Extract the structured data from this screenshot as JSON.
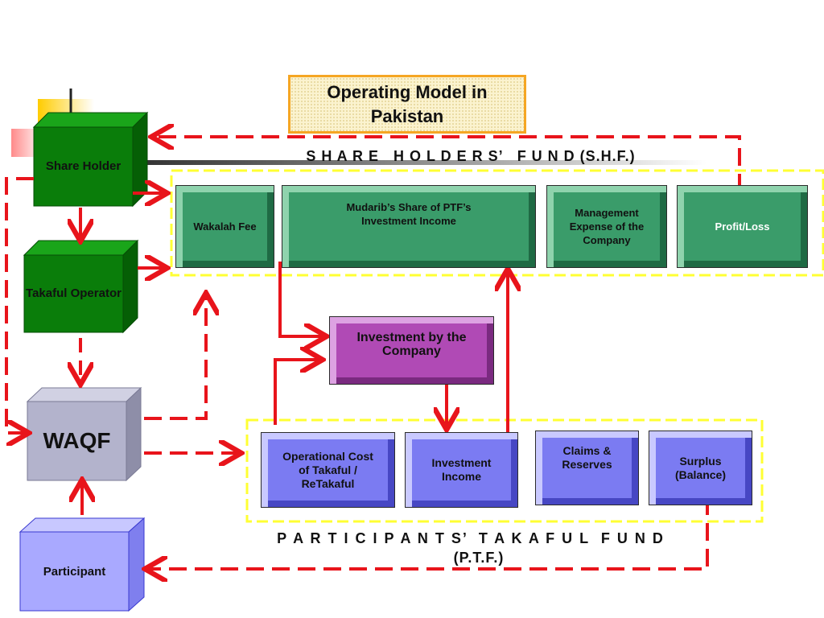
{
  "title": "Operating Model in Pakistan",
  "shf_title": "S H A R E   H O L D E R S’   F U N D (S.H.F.)",
  "ptf_title_line1": "P A R T I C I P A N T S’  T A K A F U L  F U N D",
  "ptf_title_line2": "(P.T.F.)",
  "left_nodes": {
    "share_holder": "Share Holder",
    "takaful_operator": "Takaful Operator",
    "waqf": "WAQF",
    "participant": "Participant"
  },
  "shf_boxes": {
    "wakalah_fee": "Wakalah Fee",
    "mudarib_share": "Mudarib’s Share of PTF’s Investment Income",
    "management_expense": "Management Expense of the Company",
    "profit_loss": "Profit/Loss"
  },
  "investment_box": "Investment by the Company",
  "ptf_boxes": {
    "operational_cost": "Operational Cost of Takaful / ReTakaful",
    "investment_income": "Investment Income",
    "claims_reserves": "Claims & Reserves",
    "surplus": "Surplus (Balance)"
  },
  "colors": {
    "arrow": "#e8141b",
    "fund_border": "#ffff33",
    "cube_green": "#0a7d0a",
    "cube_waqf": "#b3b3cc",
    "cube_participant": "#a9a9ff",
    "title_border": "#f5a623"
  }
}
